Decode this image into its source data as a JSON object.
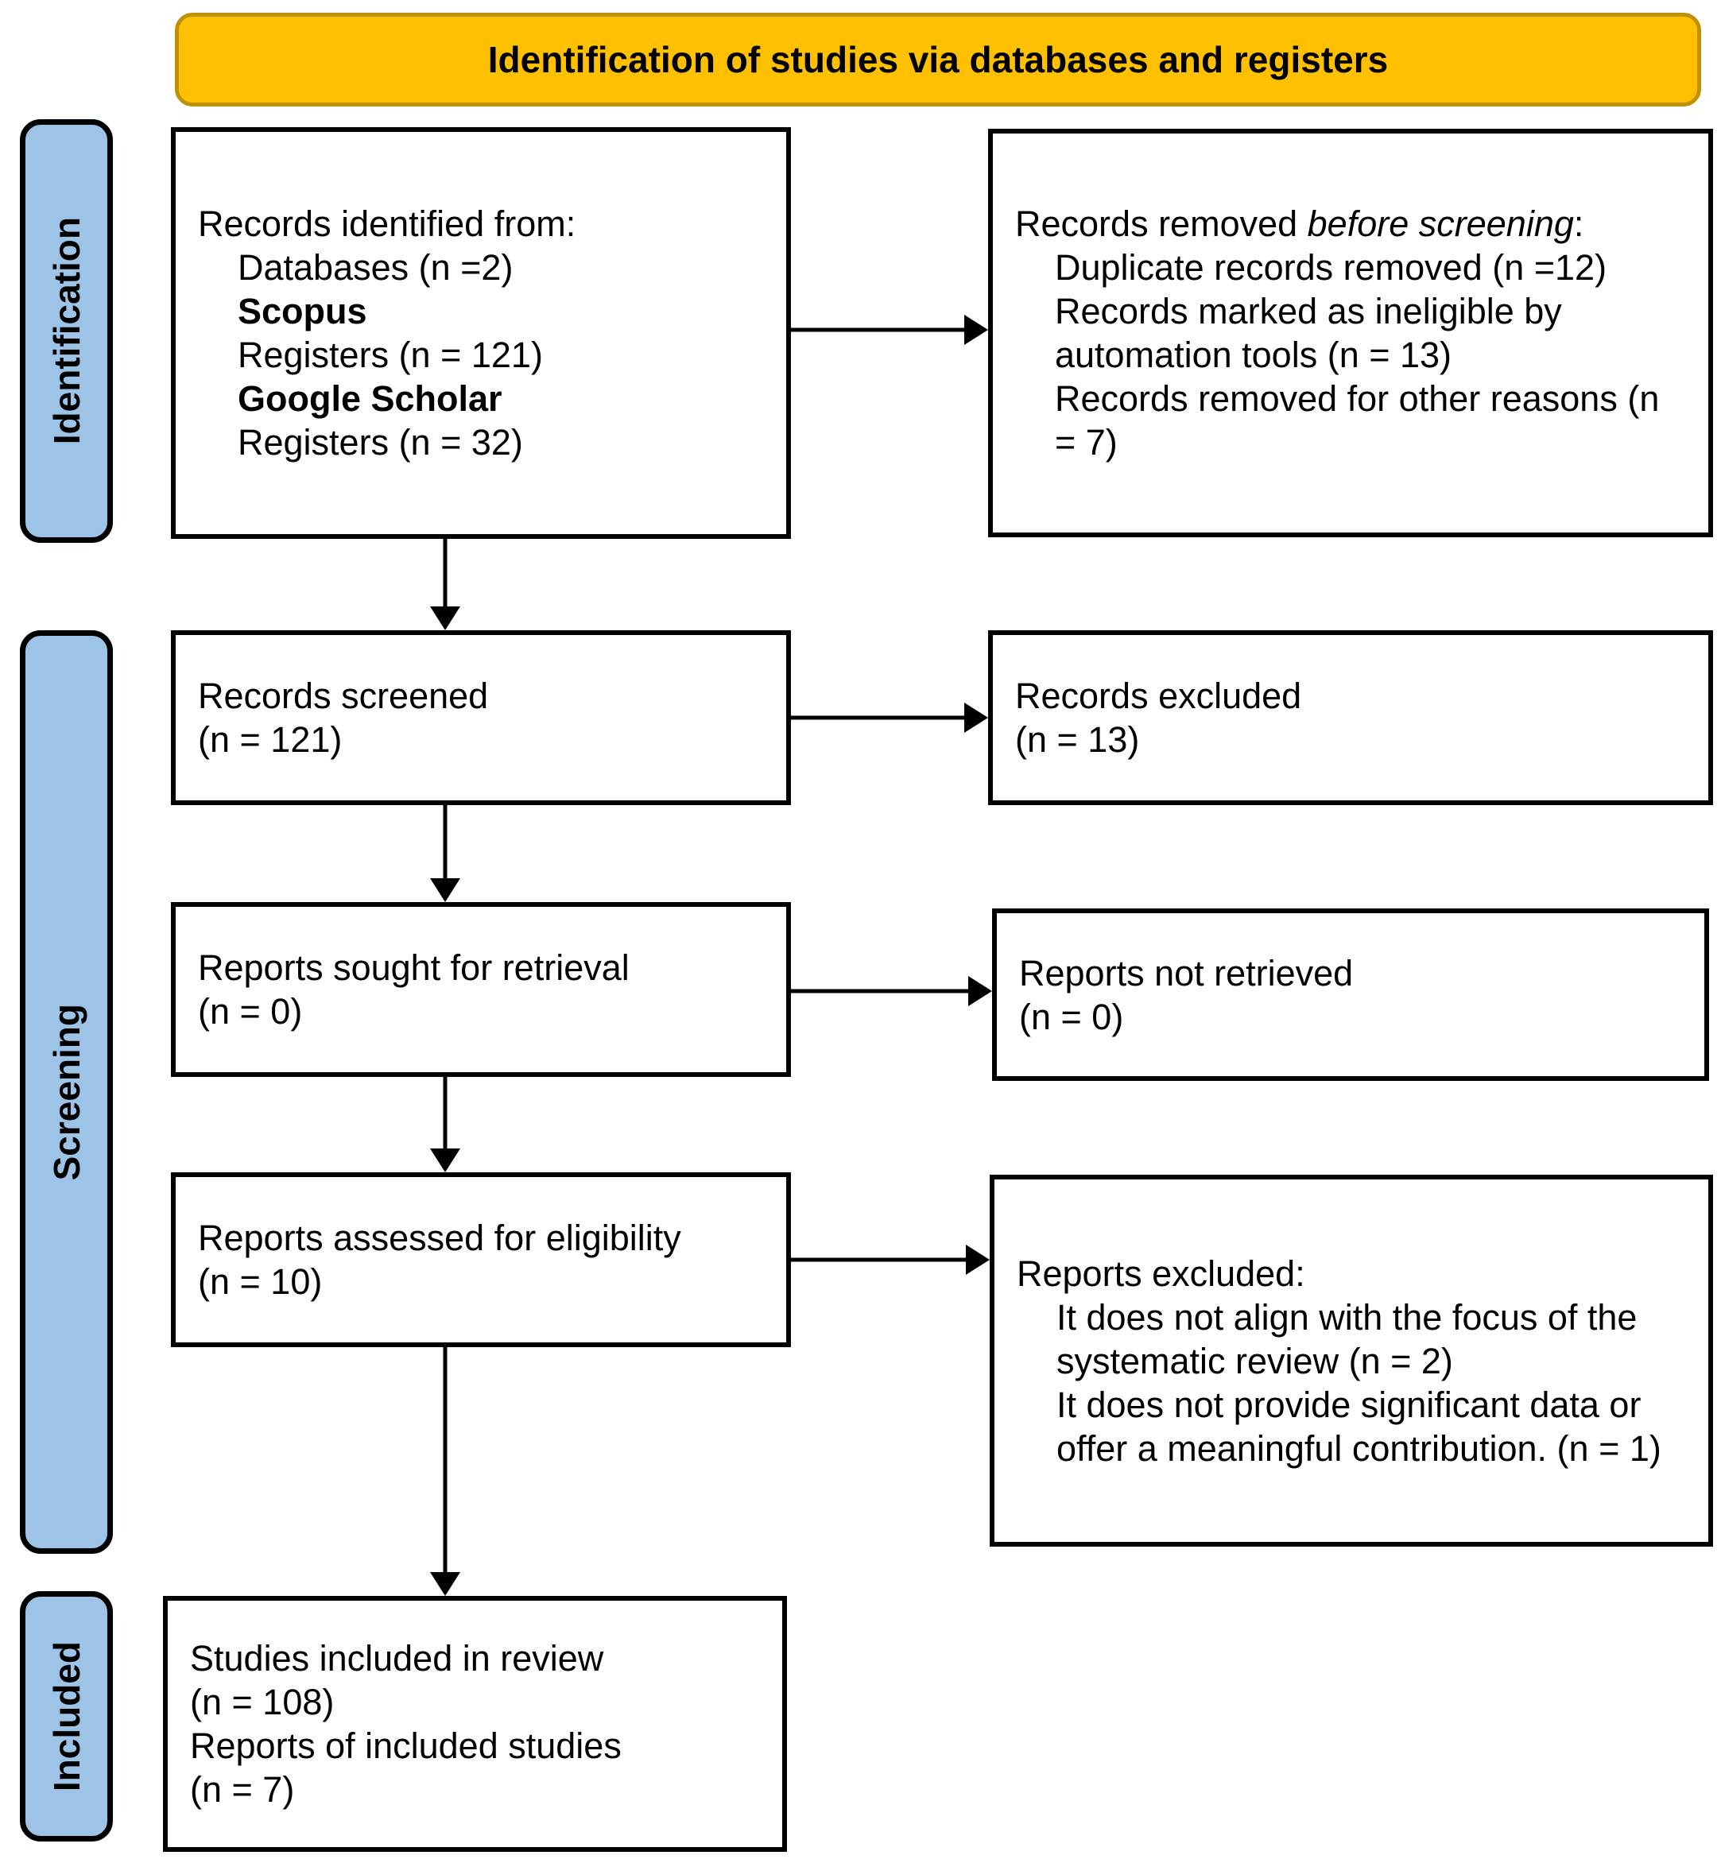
{
  "banner": {
    "title": "Identification of studies via databases and registers"
  },
  "stages": {
    "identification": "Identification",
    "screening": "Screening",
    "included": "Included"
  },
  "colors": {
    "banner_fill": "#FFC000",
    "banner_border": "#BF9000",
    "stage_fill": "#9DC3E6",
    "box_border": "#000000",
    "box_fill": "#FFFFFF",
    "arrow": "#000000",
    "text": "#000000"
  },
  "boxes": {
    "records_identified": {
      "line1": "Records identified from:",
      "line2": "Databases (n =2)",
      "line3": "Scopus",
      "line4": "Registers (n = 121)",
      "line5": "Google Scholar",
      "line6": "Registers (n = 32)"
    },
    "records_removed": {
      "line1_prefix": "Records removed ",
      "line1_italic": "before screening",
      "line1_suffix": ":",
      "line2": "Duplicate records removed (n =12)",
      "line3": "Records marked as ineligible by automation tools (n = 13)",
      "line4": "Records removed for other reasons (n = 7)"
    },
    "records_screened": {
      "line1": "Records screened",
      "line2": "(n = 121)"
    },
    "records_excluded": {
      "line1": "Records excluded",
      "line2": "(n = 13)"
    },
    "reports_sought": {
      "line1": "Reports sought for retrieval",
      "line2": "(n = 0)"
    },
    "reports_not_retrieved": {
      "line1": "Reports not retrieved",
      "line2": "(n = 0)"
    },
    "reports_assessed": {
      "line1": "Reports assessed for eligibility",
      "line2": "(n = 10)"
    },
    "reports_excluded": {
      "line1": "Reports excluded:",
      "line2": "It does not align with the focus of the systematic review (n = 2)",
      "line3": "It does not provide significant data or offer a meaningful contribution. (n = 1)"
    },
    "studies_included": {
      "line1": "Studies included in review",
      "line2": "(n = 108)",
      "line3": "Reports of included studies",
      "line4": "(n = 7)"
    }
  }
}
